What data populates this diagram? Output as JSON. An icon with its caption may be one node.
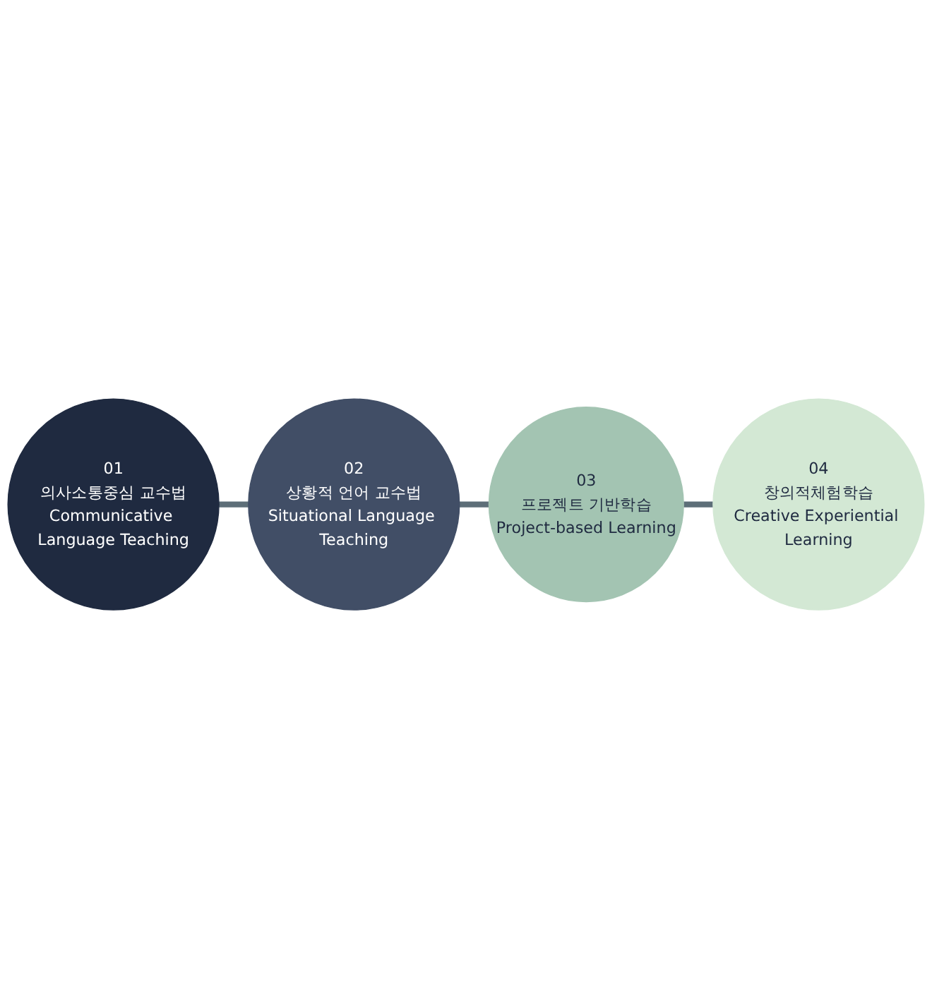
{
  "diagram": {
    "nodes": [
      {
        "text": [
          "01",
          "의사소통중심 교수법",
          "Communicative Language Teaching"
        ]
      },
      {
        "text": [
          "02",
          "상황적 언어 교수법",
          "Situational Language Teaching"
        ]
      },
      {
        "text": [
          "03",
          "프로젝트 기반학습",
          "Project-based Learning"
        ]
      },
      {
        "text": [
          "04",
          "창의적체험학습",
          "Creative Experiential Learning"
        ]
      }
    ],
    "edges": [
      {
        "from": 0,
        "to": 1,
        "arrow": "none"
      },
      {
        "from": 1,
        "to": 2,
        "arrow": "none"
      },
      {
        "from": 2,
        "to": 3,
        "arrow": "none"
      }
    ]
  }
}
